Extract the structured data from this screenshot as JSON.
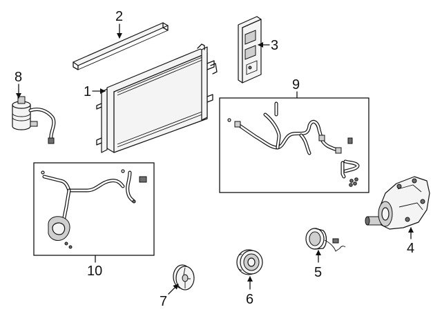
{
  "callouts": {
    "condenser": "1",
    "seal_upper": "2",
    "bracket": "3",
    "compressor": "4",
    "clutch_coil": "5",
    "clutch_pulley": "6",
    "clutch_plate": "7",
    "accumulator": "8",
    "hose_assembly_rear": "9",
    "hose_assembly_front": "10"
  }
}
